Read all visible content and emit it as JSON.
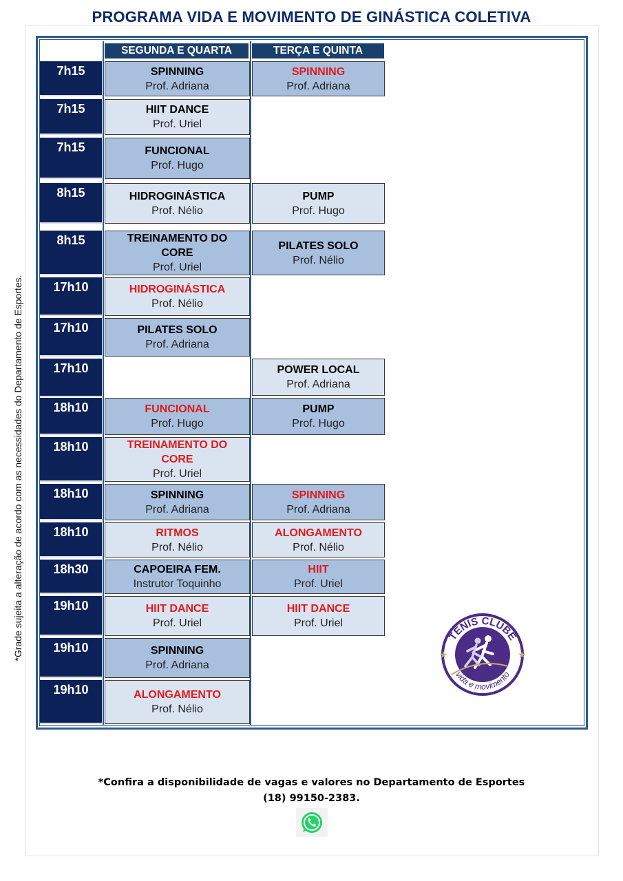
{
  "title": "PROGRAMA VIDA E MOVIMENTO DE GINÁSTICA COLETIVA",
  "side_note": "*Grade sujeita a alteração de acordo com as necessidades do Departamento de Esportes.",
  "headers": [
    "SEGUNDA E QUARTA",
    "TERÇA E QUINTA"
  ],
  "times": [
    "7h15",
    "7h15",
    "7h15",
    "8h15",
    "8h15",
    "17h10",
    "17h10",
    "17h10",
    "18h10",
    "18h10",
    "18h10",
    "18h10",
    "18h30",
    "19h10",
    "19h10",
    "19h10"
  ],
  "classes": [
    {
      "name": "SPINNING",
      "prof": "Prof. Adriana"
    },
    {
      "name": "SPINNING",
      "prof": "Prof. Adriana"
    },
    {
      "name": "HIIT DANCE",
      "prof": "Prof. Uriel"
    },
    {
      "name": "FUNCIONAL",
      "prof": "Prof. Hugo"
    },
    {
      "name": "HIDROGINÁSTICA",
      "prof": "Prof. Nélio"
    },
    {
      "name": "PUMP",
      "prof": "Prof. Hugo"
    },
    {
      "name": "TREINAMENTO DO CORE",
      "prof": "Prof. Uriel"
    },
    {
      "name": "PILATES SOLO",
      "prof": "Prof. Nélio"
    },
    {
      "name": "HIDROGINÁSTICA",
      "prof": "Prof. Nélio"
    },
    {
      "name": "PILATES SOLO",
      "prof": "Prof. Adriana"
    },
    {
      "name": "POWER LOCAL",
      "prof": "Prof. Adriana"
    },
    {
      "name": "FUNCIONAL",
      "prof": "Prof. Hugo"
    },
    {
      "name": "PUMP",
      "prof": "Prof. Hugo"
    },
    {
      "name": "TREINAMENTO DO CORE",
      "prof": "Prof. Uriel"
    },
    {
      "name": "SPINNING",
      "prof": "Prof. Adriana"
    },
    {
      "name": "SPINNING",
      "prof": "Prof. Adriana"
    },
    {
      "name": "RITMOS",
      "prof": "Prof. Nélio"
    },
    {
      "name": "ALONGAMENTO",
      "prof": "Prof. Nélio"
    },
    {
      "name": "CAPOEIRA FEM.",
      "prof": "Instrutor Toquinho"
    },
    {
      "name": "HIIT",
      "prof": "Prof. Uriel"
    },
    {
      "name": "HIIT DANCE",
      "prof": "Prof. Uriel"
    },
    {
      "name": "HIIT DANCE",
      "prof": "Prof. Uriel"
    },
    {
      "name": "SPINNING",
      "prof": "Prof. Adriana"
    },
    {
      "name": "ALONGAMENTO",
      "prof": "Prof. Nélio"
    }
  ],
  "logo": {
    "name": "TÊNIS CLUBE",
    "tagline": "vida e movimento"
  },
  "footer": {
    "line1": "*Confira a disponibilidade de vagas e valores no Departamento de Esportes",
    "line2": "(18) 99150-2383."
  },
  "icons": {
    "contact": "whatsapp-icon"
  },
  "colors": {
    "title": "#0e2a6b",
    "time_bg": "#0c2157",
    "header_bg": "#1b3f6c",
    "cell_dark": "#a8bfde",
    "cell_light": "#dae3f0",
    "highlight": "#e01b1b",
    "logo": "#4b2c86"
  }
}
